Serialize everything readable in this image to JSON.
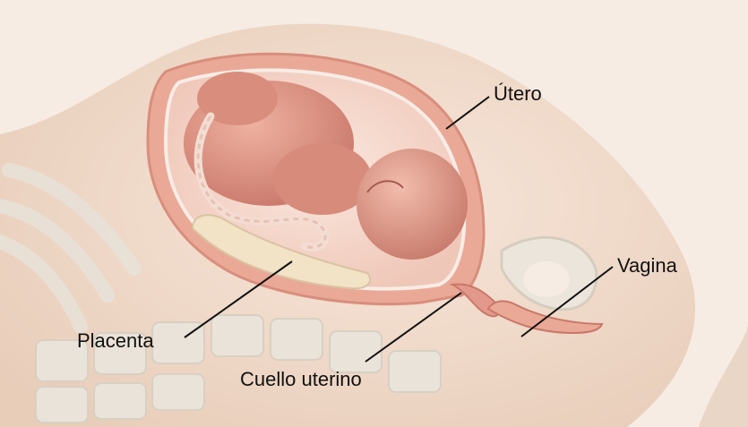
{
  "labels": {
    "utero": "Útero",
    "vagina": "Vagina",
    "placenta": "Placenta",
    "cuello": "Cuello uterino"
  },
  "colors": {
    "background": "#f6ece4",
    "skin": "#efd3bf",
    "uterus_wall": "#e9a996",
    "amniotic": "#f6dcd2",
    "fetus": "#d98e7d",
    "placenta": "#f2e2c6",
    "bone": "#e6e0d6",
    "leader_line": "#111111"
  }
}
